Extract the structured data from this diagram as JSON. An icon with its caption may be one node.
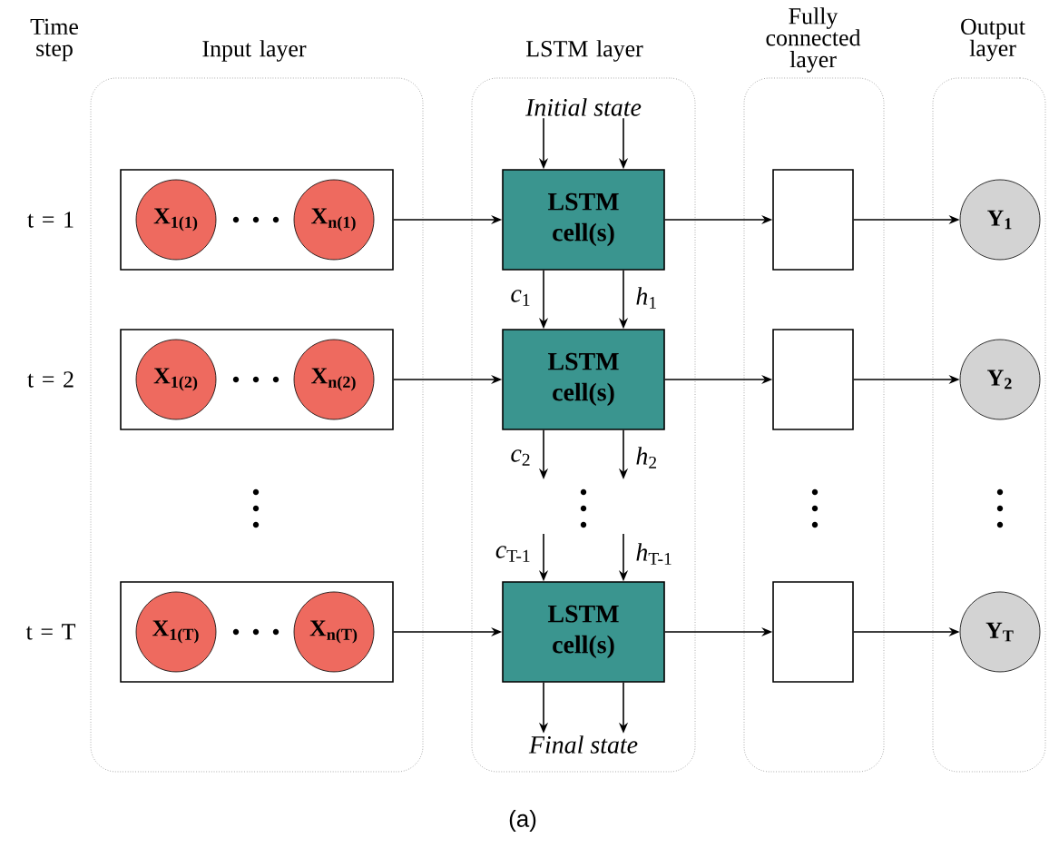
{
  "diagram": {
    "caption": "(a)",
    "nodes": [
      {
        "text": [
          "Input layer"
        ]
      },
      {
        "text": [
          "LSTM layer"
        ]
      },
      {
        "text": [
          "Fully connected layer"
        ]
      },
      {
        "text": [
          "Output layer"
        ]
      },
      {
        "text": [],
        "shape": "box",
        "in": 0
      },
      {
        "text": [
          "X$_{1(1)}$"
        ],
        "in": 4
      },
      {
        "text": [
          "X$_{n(1)}$"
        ],
        "in": 4
      },
      {
        "text": [],
        "shape": "box",
        "in": 0
      },
      {
        "text": [
          "X$_{1(2)}$"
        ],
        "in": 7
      },
      {
        "text": [
          "X$_{n(2)}$"
        ],
        "in": 7
      },
      {
        "text": [],
        "shape": "box",
        "in": 0
      },
      {
        "text": [
          "X$_{1(T)}$"
        ],
        "in": 10
      },
      {
        "text": [
          "X$_{n(T)}$"
        ],
        "in": 10
      },
      {
        "text": [
          "Initial state"
        ],
        "in": 1
      },
      {
        "text": [
          "LSTM cell(s)"
        ],
        "in": 1
      },
      {
        "text": [
          "LSTM cell(s)"
        ],
        "in": 1
      },
      {
        "text": [
          "LSTM cell(s)"
        ],
        "in": 1
      },
      {
        "text": [
          "Final state"
        ],
        "in": 1
      },
      {
        "text": [],
        "shape": "box",
        "in": 2
      },
      {
        "text": [],
        "shape": "box",
        "in": 2
      },
      {
        "text": [],
        "shape": "box",
        "in": 2
      },
      {
        "text": [
          "Y$_{1}$"
        ],
        "in": 3
      },
      {
        "text": [
          "Y$_{2}$"
        ],
        "in": 3
      },
      {
        "text": [
          "Y$_{T}$"
        ],
        "in": 3
      }
    ],
    "edges": [
      {
        "from": 4,
        "to": 14,
        "arrow": "to"
      },
      {
        "from": 7,
        "to": 15,
        "arrow": "to"
      },
      {
        "from": 10,
        "to": 16,
        "arrow": "to"
      },
      {
        "from": 13,
        "to": 14,
        "arrow": "to"
      },
      {
        "from": 13,
        "to": 14,
        "arrow": "to"
      },
      {
        "from": 14,
        "to": 15,
        "arrow": "to",
        "label": "*c*$_{1}$"
      },
      {
        "from": 14,
        "to": 15,
        "arrow": "to",
        "label": "*h*$_{1}$"
      },
      {
        "from": 15,
        "to": null,
        "arrow": "to",
        "label": "*c*$_{2}$"
      },
      {
        "from": 15,
        "to": null,
        "arrow": "to",
        "label": "*h*$_{2}$"
      },
      {
        "from": null,
        "to": 16,
        "arrow": "to",
        "label": "*c*$_{T-1}$"
      },
      {
        "from": null,
        "to": 16,
        "arrow": "to",
        "label": "*h*$_{T-1}$"
      },
      {
        "from": 16,
        "to": 17,
        "arrow": "to"
      },
      {
        "from": 16,
        "to": 17,
        "arrow": "to"
      },
      {
        "from": 14,
        "to": 18,
        "arrow": "to"
      },
      {
        "from": 15,
        "to": 19,
        "arrow": "to"
      },
      {
        "from": 16,
        "to": 20,
        "arrow": "to"
      },
      {
        "from": 18,
        "to": 21,
        "arrow": "to"
      },
      {
        "from": 19,
        "to": 22,
        "arrow": "to"
      },
      {
        "from": 20,
        "to": 23,
        "arrow": "to"
      }
    ],
    "labels": [
      "Time step",
      "t = 1",
      "t = 2",
      "t = T"
    ]
  }
}
